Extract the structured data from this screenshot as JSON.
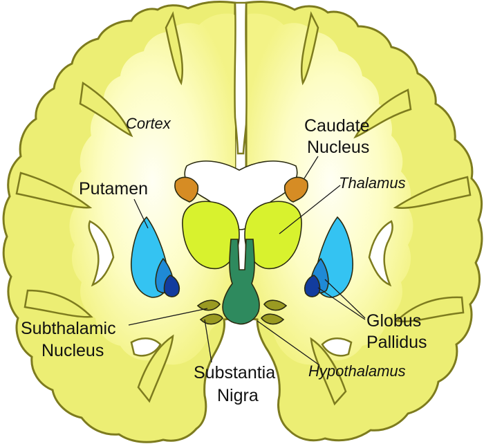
{
  "labels": {
    "cortex": "Cortex",
    "caudate_line1": "Caudate",
    "caudate_line2": "Nucleus",
    "thalamus": "Thalamus",
    "putamen": "Putamen",
    "subthalamic_line1": "Subthalamic",
    "subthalamic_line2": "Nucleus",
    "globus_line1": "Globus",
    "globus_line2": "Pallidus",
    "substantia_line1": "Substantia",
    "substantia_line2": "Nigra",
    "hypothalamus": "Hypothalamus"
  },
  "colors": {
    "white_matter": "#fbfbb0",
    "gray_matter": "#ecee74",
    "outline": "#7d7b1e",
    "thalamus": "#d8f22e",
    "caudate": "#d68c24",
    "ventricle": "#ffffff",
    "putamen": "#34c3f2",
    "globus_outer": "#1f8ad6",
    "globus_inner": "#123c9e",
    "substantia": "#2e8a5e",
    "subthalamic": "#9a9a22"
  }
}
